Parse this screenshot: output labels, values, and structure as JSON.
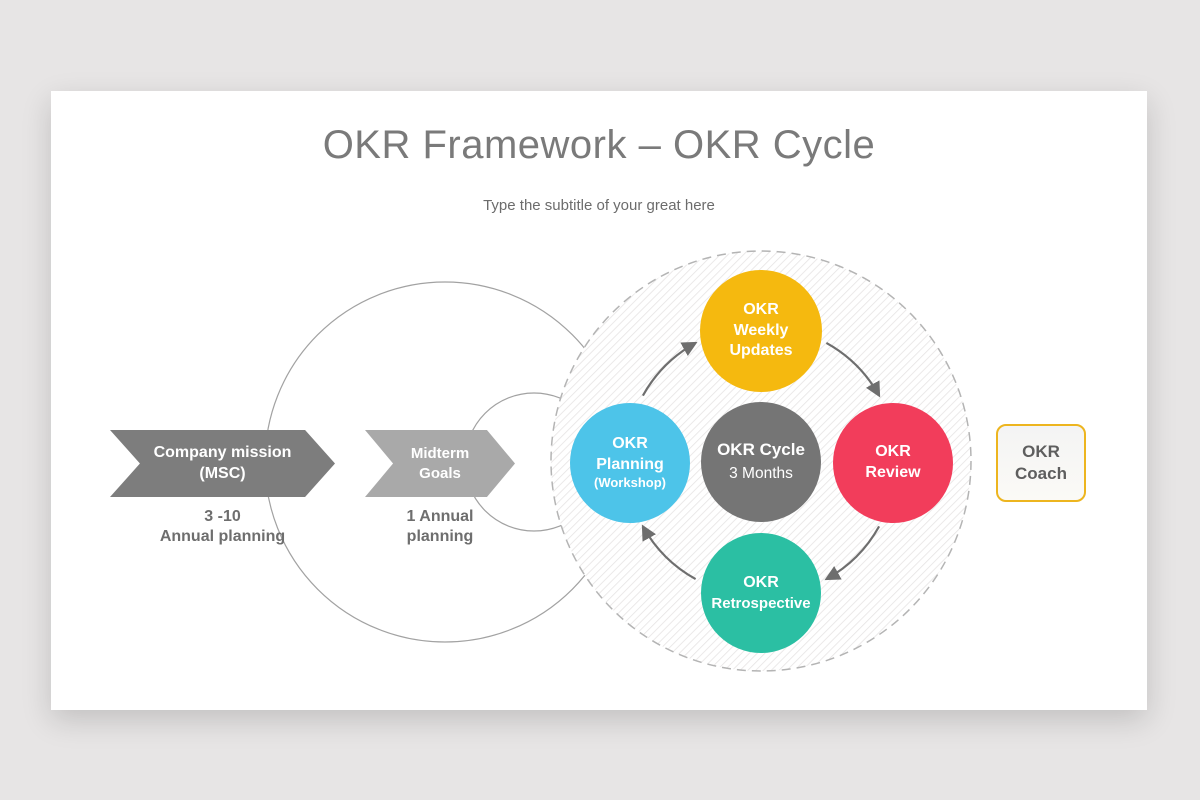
{
  "header": {
    "title": "OKR Framework – OKR Cycle",
    "subtitle": "Type the subtitle of your great here"
  },
  "flow_steps": [
    {
      "label": [
        "Company mission",
        "(MSC)"
      ],
      "caption": [
        "3 -10",
        "Annual planning"
      ],
      "color": "#7d7d7d"
    },
    {
      "label": [
        "Midterm",
        "Goals"
      ],
      "caption": [
        "1 Annual",
        "planning"
      ],
      "color": "#a9a9a9"
    }
  ],
  "cycle": {
    "center": {
      "title": "OKR Cycle",
      "subtitle": "3 Months",
      "color": "#757575"
    },
    "nodes": [
      {
        "name": "okr-weekly-updates",
        "lines": [
          "OKR",
          "Weekly",
          "Updates"
        ],
        "color": "#f5b90f"
      },
      {
        "name": "okr-planning",
        "lines": [
          "OKR",
          "Planning",
          "(Workshop)"
        ],
        "color": "#4dc4e9"
      },
      {
        "name": "okr-review",
        "lines": [
          "OKR",
          "Review"
        ],
        "color": "#f23d5b"
      },
      {
        "name": "okr-retrospective",
        "lines": [
          "OKR",
          "Retrospective"
        ],
        "color": "#2bbfa3"
      }
    ],
    "arrow_color": "#6e6e6e"
  },
  "coach": {
    "lines": [
      "OKR",
      "Coach"
    ],
    "border_color": "#edb51f"
  }
}
